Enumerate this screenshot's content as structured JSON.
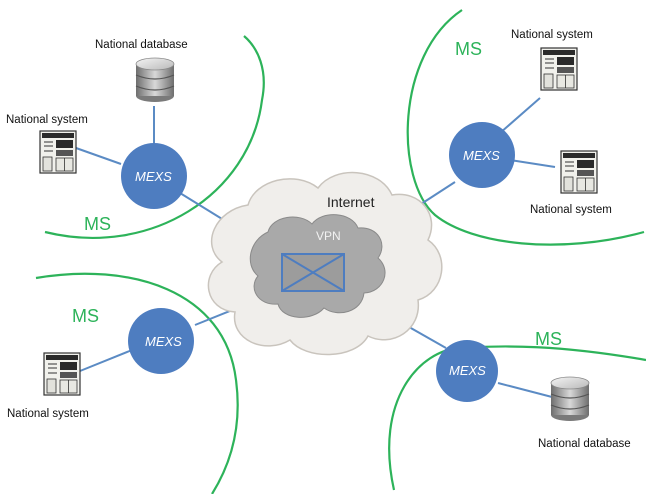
{
  "labels": {
    "ms": "MS",
    "mexs": "MEXS",
    "internet": "Internet",
    "vpn": "VPN",
    "national_database": "National database",
    "national_system": "National system"
  },
  "colors": {
    "member_state_boundary": "#2db35a",
    "mexs_node": "#4e7dc0",
    "link": "#5b8bc4",
    "internet_cloud": "#f0eeeb",
    "vpn_cloud": "#a9a9a9"
  },
  "icons": [
    "server-icon",
    "database-icon",
    "cloud-icon",
    "network-hub-icon"
  ]
}
